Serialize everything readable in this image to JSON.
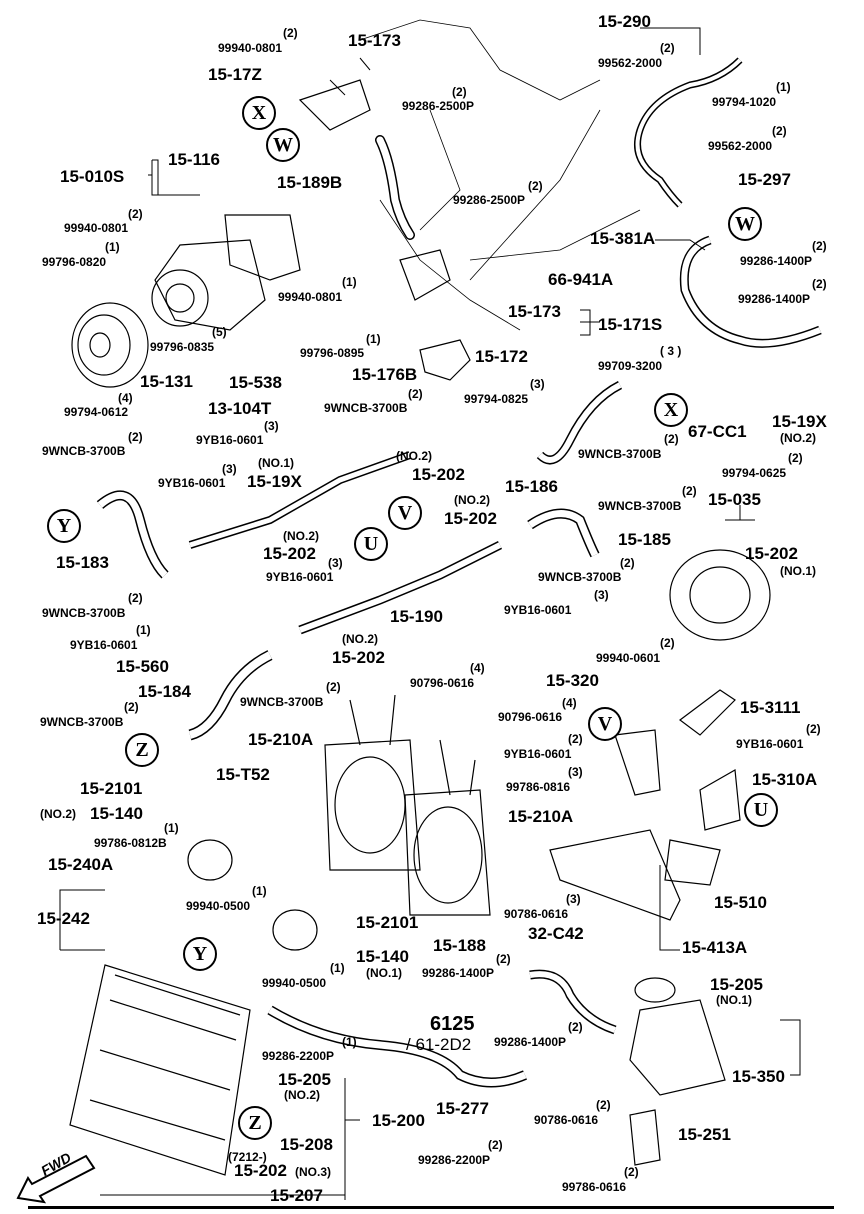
{
  "labels": {
    "p15_173a": "15-173",
    "p15_17z": "15-17Z",
    "p99940_0801a": "99940-0801",
    "p99940_0801a_q": "(2)",
    "p99286_2500p_a": "99286-2500P",
    "p99286_2500p_a_q": "(2)",
    "p15_189b": "15-189B",
    "p15_116": "15-116",
    "p15_010s": "15-010S",
    "p99940_0801b": "99940-0801",
    "p99940_0801b_q": "(2)",
    "p99796_0820": "99796-0820",
    "p99796_0820_q": "(1)",
    "p99796_0835": "99796-0835",
    "p99796_0835_q": "(5)",
    "p15_131": "15-131",
    "p99794_0612": "99794-0612",
    "p99794_0612_q": "(4)",
    "p99286_2500p_b": "99286-2500P",
    "p99286_2500p_b_q": "(2)",
    "p99940_0801c": "99940-0801",
    "p99940_0801c_q": "(1)",
    "p99796_0895": "99796-0895",
    "p99796_0895_q": "(1)",
    "p15_176b": "15-176B",
    "p15_173b": "15-173",
    "p15_171s": "15-171S",
    "p15_172": "15-172",
    "p99794_0825": "99794-0825",
    "p99794_0825_q": "(3)",
    "p15_290": "15-290",
    "p99562_2000a": "99562-2000",
    "p99562_2000a_q": "(2)",
    "p99794_1020": "99794-1020",
    "p99794_1020_q": "(1)",
    "p99562_2000b": "99562-2000",
    "p99562_2000b_q": "(2)",
    "p15_297": "15-297",
    "p15_381a": "15-381A",
    "p99286_1400p_a": "99286-1400P",
    "p99286_1400p_a_q": "(2)",
    "p66_941a": "66-941A",
    "p99286_1400p_b": "99286-1400P",
    "p99286_1400p_b_q": "(2)",
    "p99709_3200": "99709-3200",
    "p99709_3200_q": "( 3 )",
    "p67_cc1": "67-CC1",
    "p15_19x_r": "15-19X",
    "p15_19x_r_q": "(NO.2)",
    "p15_538": "15-538",
    "p13_104t": "13-104T",
    "p9wncb_a": "9WNCB-3700B",
    "p9wncb_a_q": "(2)",
    "p9yb16_a": "9YB16-0601",
    "p9yb16_a_q": "(3)",
    "p9wncb_b": "9WNCB-3700B",
    "p9wncb_b_q": "(2)",
    "p15_19x_l": "15-19X",
    "p15_19x_l_q": "(NO.1)",
    "p9yb16_b": "9YB16-0601",
    "p9yb16_b_q": "(3)",
    "p15_202a": "15-202",
    "p15_202a_q": "(NO.2)",
    "p15_186": "15-186",
    "p9wncb_c": "9WNCB-3700B",
    "p9wncb_c_q": "(2)",
    "p9wncb_d": "9WNCB-3700B",
    "p9wncb_d_q": "(2)",
    "p15_202b": "15-202",
    "p15_202b_q": "(NO.2)",
    "p15_185": "15-185",
    "p99794_0625": "99794-0625",
    "p99794_0625_q": "(2)",
    "p15_035": "15-035",
    "p15_202c": "15-202",
    "p15_202c_q": "(NO.1)",
    "p15_183": "15-183",
    "p15_202d": "15-202",
    "p15_202d_q": "(NO.2)",
    "p9yb16_c": "9YB16-0601",
    "p9yb16_c_q": "(3)",
    "p9wncb_e": "9WNCB-3700B",
    "p9wncb_e_q": "(2)",
    "p9wncb_f": "9WNCB-3700B",
    "p9wncb_f_q": "(2)",
    "p9yb16_d": "9YB16-0601",
    "p9yb16_d_q": "(3)",
    "p15_190": "15-190",
    "p9yb16_e": "9YB16-0601",
    "p9yb16_e_q": "(1)",
    "p15_560": "15-560",
    "p15_202e": "15-202",
    "p15_202e_q": "(NO.2)",
    "p15_184": "15-184",
    "p9wncb_g": "9WNCB-3700B",
    "p9wncb_g_q": "(2)",
    "p9wncb_h": "9WNCB-3700B",
    "p9wncb_h_q": "(2)",
    "p90796_0616a": "90796-0616",
    "p90796_0616a_q": "(4)",
    "p90796_0616b": "90796-0616",
    "p90796_0616b_q": "(4)",
    "p15_210a_l": "15-210A",
    "p15_210a_r": "15-210A",
    "p99940_0601": "99940-0601",
    "p99940_0601_q": "(2)",
    "p15_320": "15-320",
    "p15_3111": "15-3111",
    "p9yb16_f": "9YB16-0601",
    "p9yb16_f_q": "(2)",
    "p9yb16_g": "9YB16-0601",
    "p9yb16_g_q": "(2)",
    "p99786_0816": "99786-0816",
    "p99786_0816_q": "(3)",
    "p15_310a": "15-310A",
    "p15_2101a": "15-2101",
    "p15_t52": "15-T52",
    "p15_140a": "15-140",
    "p15_140a_q": "(NO.2)",
    "p99786_0812b": "99786-0812B",
    "p99786_0812b_q": "(1)",
    "p15_240a": "15-240A",
    "p99940_0500a": "99940-0500",
    "p99940_0500a_q": "(1)",
    "p15_242": "15-242",
    "p15_2101b": "15-2101",
    "p15_510": "15-510",
    "p90786_0616a": "90786-0616",
    "p90786_0616a_q": "(3)",
    "p32_c42": "32-C42",
    "p15_413a": "15-413A",
    "p15_140b": "15-140",
    "p15_140b_q": "(NO.1)",
    "p99940_0500b": "99940-0500",
    "p99940_0500b_q": "(1)",
    "p15_188": "15-188",
    "p99286_1400p_c": "99286-1400P",
    "p99286_1400p_c_q": "(2)",
    "p15_205a": "15-205",
    "p15_205a_q": "(NO.1)",
    "p99286_2200p_a": "99286-2200P",
    "p99286_2200p_a_q": "(1)",
    "p99286_1400p_d": "99286-1400P",
    "p99286_1400p_d_q": "(2)",
    "p15_350": "15-350",
    "p15_205b": "15-205",
    "p15_205b_q": "(NO.2)",
    "p15_200": "15-200",
    "p15_277": "15-277",
    "p90786_0616b": "90786-0616",
    "p90786_0616b_q": "(2)",
    "p15_251": "15-251",
    "p15_208": "15-208",
    "p7212": "(7212-)",
    "p15_202f": "15-202",
    "p15_202f_q": "(NO.3)",
    "p99286_2200p_b": "99286-2200P",
    "p99286_2200p_b_q": "(2)",
    "p99786_0616": "99786-0616",
    "p99786_0616_q": "(2)",
    "p15_207": "15-207"
  },
  "circles": {
    "x1": "X",
    "w1": "W",
    "w2": "W",
    "x2": "X",
    "y1": "Y",
    "v1": "V",
    "u1": "U",
    "v2": "V",
    "u2": "U",
    "z1": "Z",
    "y2": "Y",
    "z2": "Z"
  },
  "reference": {
    "main": "6125",
    "sub": "/ 61-2D2"
  },
  "fwd": "FWD"
}
